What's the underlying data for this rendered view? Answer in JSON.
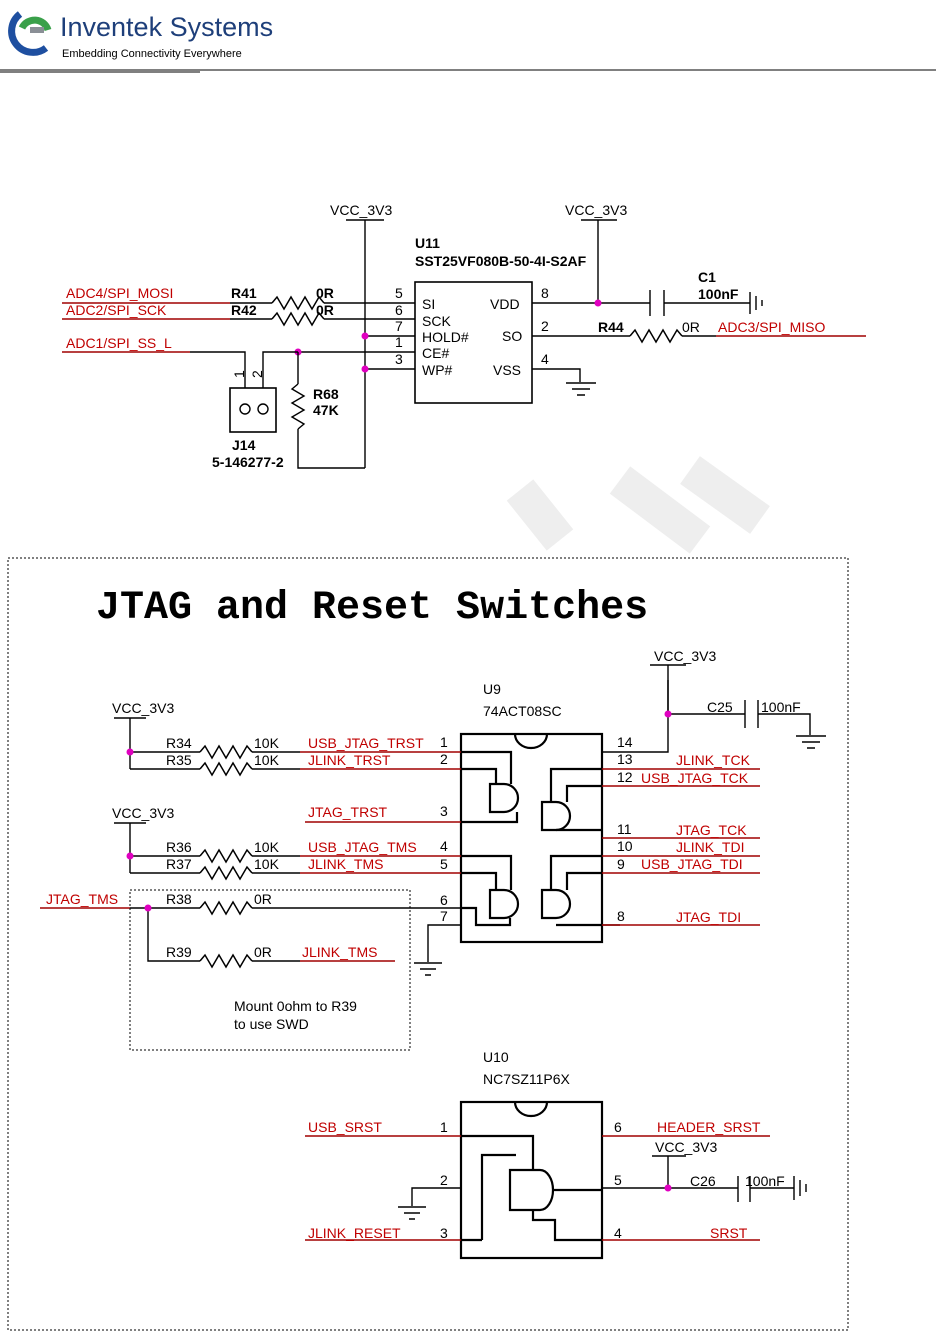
{
  "header": {
    "company": "Inventek Systems",
    "tagline": "Embedding Connectivity Everywhere",
    "colors": {
      "logo_blue": "#1e4fa0",
      "logo_green": "#3aa04a",
      "logo_gray": "#8a8f96"
    }
  },
  "flash": {
    "ref": "U11",
    "part": "SST25VF080B-50-4I-S2AF",
    "pins_left": [
      {
        "num": "5",
        "name": "SI"
      },
      {
        "num": "6",
        "name": "SCK"
      },
      {
        "num": "7",
        "name": "HOLD#"
      },
      {
        "num": "1",
        "name": "CE#"
      },
      {
        "num": "3",
        "name": "WP#"
      }
    ],
    "pins_right": [
      {
        "num": "8",
        "name": "VDD"
      },
      {
        "num": "2",
        "name": "SO"
      },
      {
        "num": "4",
        "name": "VSS"
      }
    ],
    "vcc_left": "VCC_3V3",
    "vcc_right": "VCC_3V3",
    "net_mosi": "ADC4/SPI_MOSI",
    "net_sck": "ADC2/SPI_SCK",
    "net_ss": "ADC1/SPI_SS_L",
    "net_miso": "ADC3/SPI_MISO",
    "r41": {
      "ref": "R41",
      "val": "0R"
    },
    "r42": {
      "ref": "R42",
      "val": "0R"
    },
    "r44": {
      "ref": "R44",
      "val": "0R"
    },
    "r68": {
      "ref": "R68",
      "val": "47K"
    },
    "c1": {
      "ref": "C1",
      "val": "100nF"
    },
    "j14": {
      "ref": "J14",
      "part": "5-146277-2",
      "pin1": "1",
      "pin2": "2"
    }
  },
  "jtag": {
    "title": "JTAG and Reset Switches",
    "u9": {
      "ref": "U9",
      "part": "74ACT08SC"
    },
    "u10": {
      "ref": "U10",
      "part": "NC7SZ11P6X"
    },
    "vcc": "VCC_3V3",
    "c25": {
      "ref": "C25",
      "val": "100nF"
    },
    "c26": {
      "ref": "C26",
      "val": "100nF"
    },
    "resistors": {
      "r34": {
        "ref": "R34",
        "val": "10K"
      },
      "r35": {
        "ref": "R35",
        "val": "10K"
      },
      "r36": {
        "ref": "R36",
        "val": "10K"
      },
      "r37": {
        "ref": "R37",
        "val": "10K"
      },
      "r38": {
        "ref": "R38",
        "val": "0R"
      },
      "r39": {
        "ref": "R39",
        "val": "0R"
      }
    },
    "nets": {
      "usb_jtag_trst": "USB_JTAG_TRST",
      "jlink_trst": "JLINK_TRST",
      "jtag_trst": "JTAG_TRST",
      "usb_jtag_tms": "USB_JTAG_TMS",
      "jlink_tms": "JLINK_TMS",
      "jtag_tms": "JTAG_TMS",
      "jlink_tck": "JLINK_TCK",
      "usb_jtag_tck": "USB_JTAG_TCK",
      "jtag_tck": "JTAG_TCK",
      "jlink_tdi": "JLINK_TDI",
      "usb_jtag_tdi": "USB_JTAG_TDI",
      "jtag_tdi": "JTAG_TDI",
      "usb_srst": "USB_SRST",
      "jlink_reset": "JLINK_RESET",
      "header_srst": "HEADER_SRST",
      "srst": "SRST"
    },
    "note_line1": "Mount 0ohm to R39",
    "note_line2": "to use SWD",
    "u9_pins": [
      "1",
      "2",
      "3",
      "4",
      "5",
      "6",
      "7",
      "8",
      "9",
      "10",
      "11",
      "12",
      "13",
      "14"
    ],
    "u10_pins": [
      "1",
      "2",
      "3",
      "4",
      "5",
      "6"
    ]
  }
}
